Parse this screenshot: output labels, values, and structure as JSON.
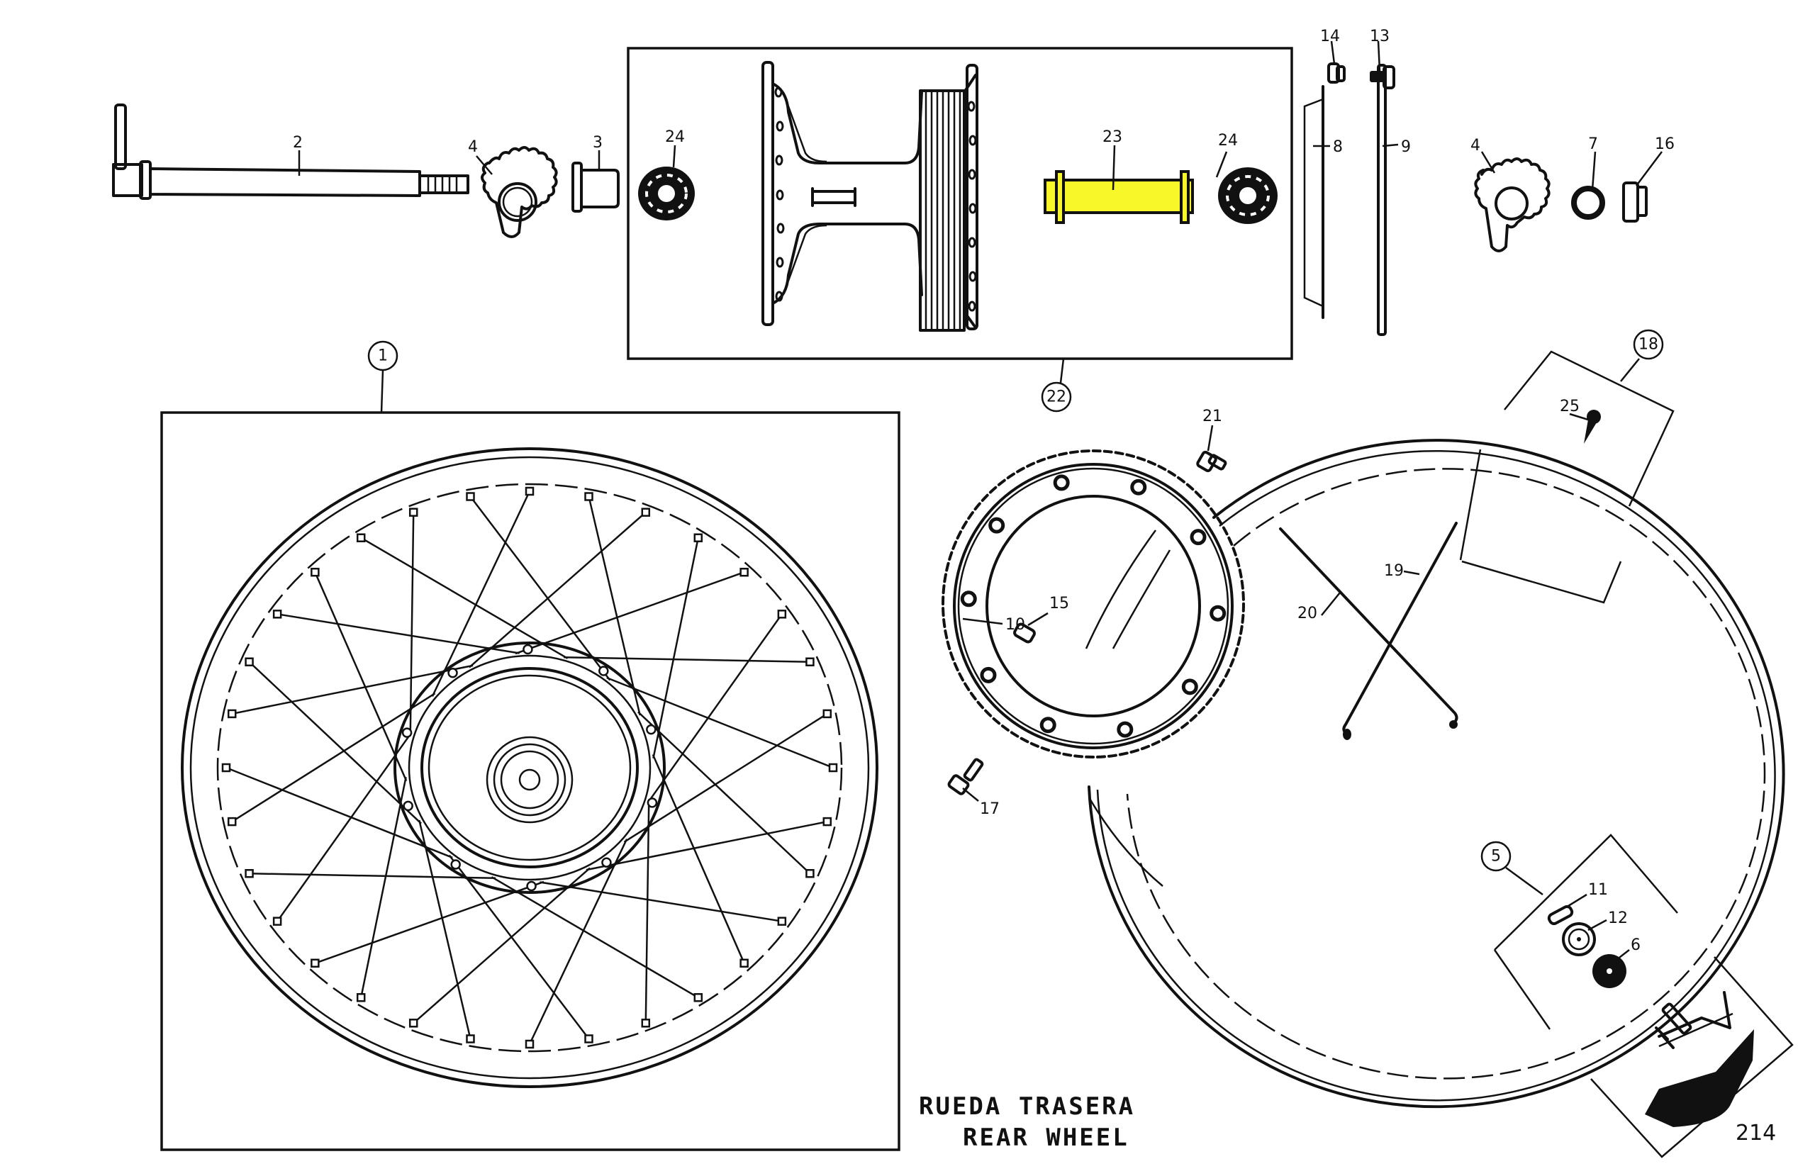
{
  "title": {
    "line1": "RUEDA TRASERA",
    "line2": "REAR WHEEL"
  },
  "page_number": "214",
  "highlight_color": "#f7f72a",
  "highlighted_part": "23",
  "callouts": {
    "p1": "1",
    "p2": "2",
    "p3": "3",
    "p4a": "4",
    "p4b": "4",
    "p5": "5",
    "p6": "6",
    "p7": "7",
    "p8": "8",
    "p9": "9",
    "p10": "10",
    "p11": "11",
    "p12": "12",
    "p13": "13",
    "p14": "14",
    "p15": "15",
    "p16": "16",
    "p17": "17",
    "p18": "18",
    "p19": "19",
    "p20": "20",
    "p21": "21",
    "p22": "22",
    "p23": "23",
    "p24a": "24",
    "p24b": "24",
    "p25": "25"
  }
}
